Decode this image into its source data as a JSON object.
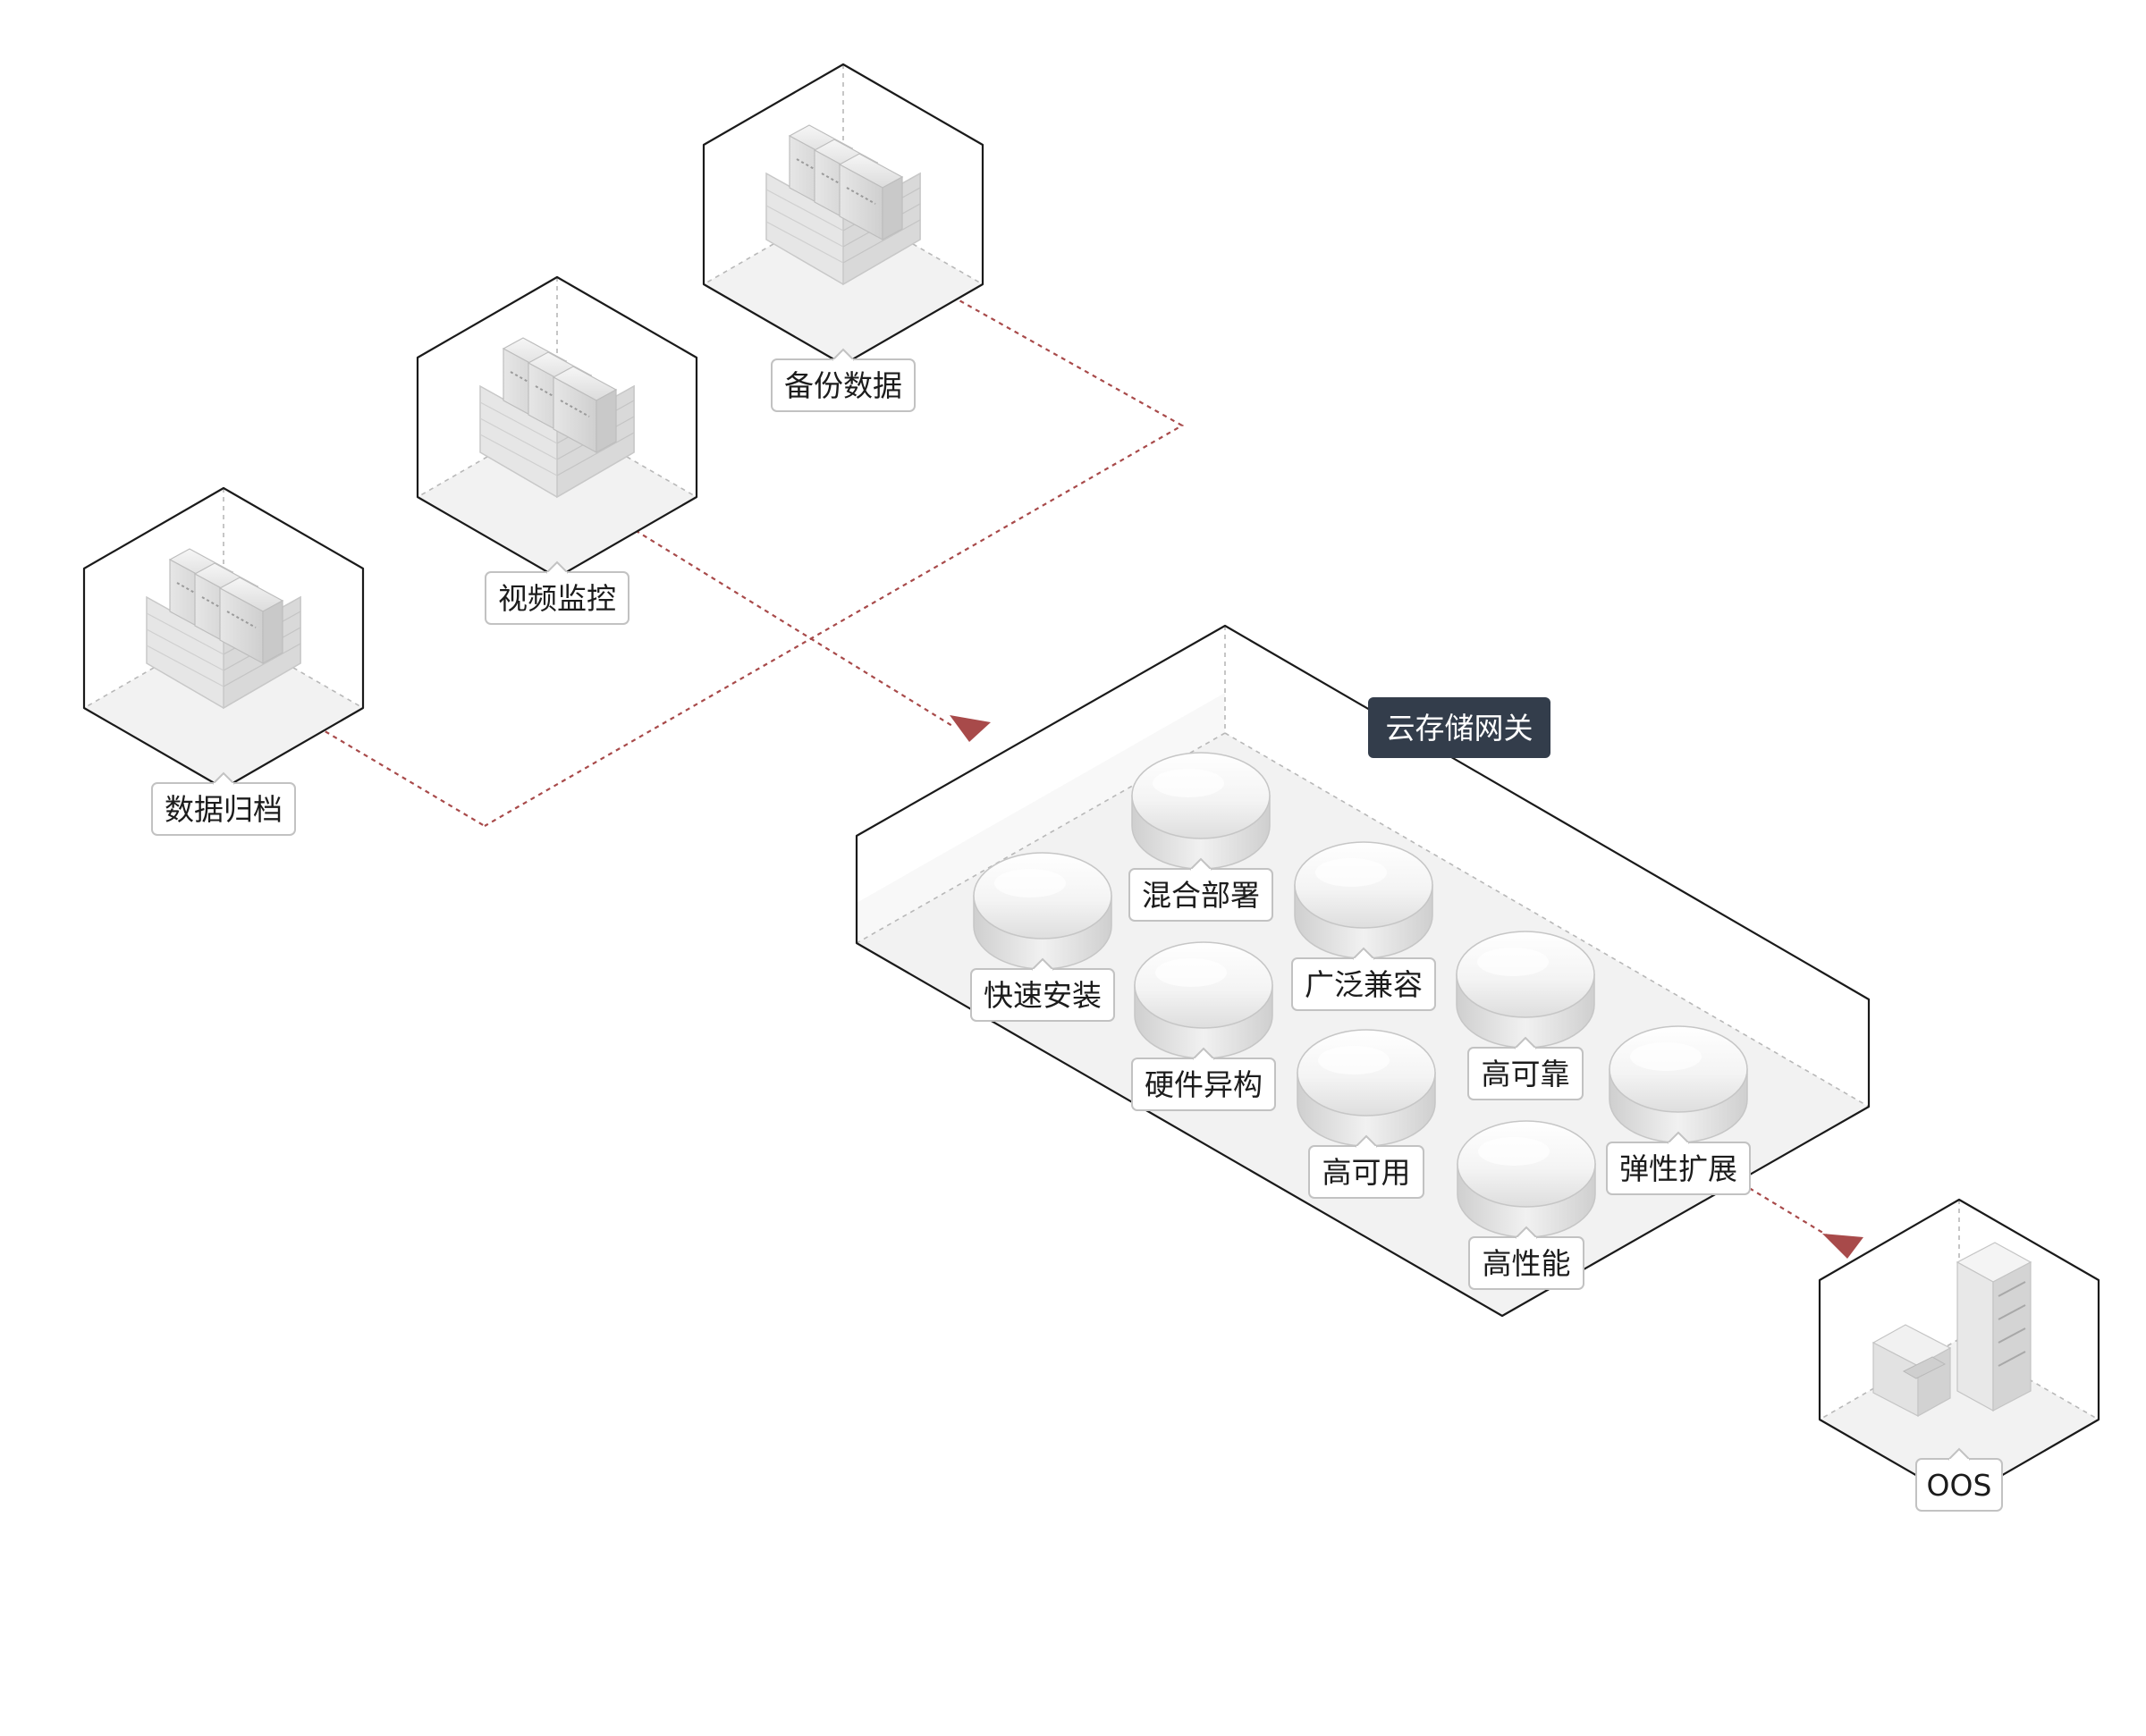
{
  "colors": {
    "background": "#ffffff",
    "outline": "#1a1a1a",
    "dashed_guide": "#b8b8b8",
    "connector": "#a84a4a",
    "title_tag_bg": "#333d4b",
    "title_tag_text": "#ffffff",
    "label_border": "#c2c2c2",
    "floor": "#f2f2f2"
  },
  "sources": [
    {
      "label": "备份数据",
      "icon": "storage-array-icon"
    },
    {
      "label": "视频监控",
      "icon": "storage-array-icon"
    },
    {
      "label": "数据归档",
      "icon": "storage-array-icon"
    }
  ],
  "gateway": {
    "title": "云存储网关",
    "features": [
      {
        "label": "混合部署"
      },
      {
        "label": "快速安装"
      },
      {
        "label": "广泛兼容"
      },
      {
        "label": "硬件异构"
      },
      {
        "label": "高可靠"
      },
      {
        "label": "高可用"
      },
      {
        "label": "弹性扩展"
      },
      {
        "label": "高性能"
      }
    ]
  },
  "target": {
    "label": "OOS",
    "icon": "server-icon"
  }
}
